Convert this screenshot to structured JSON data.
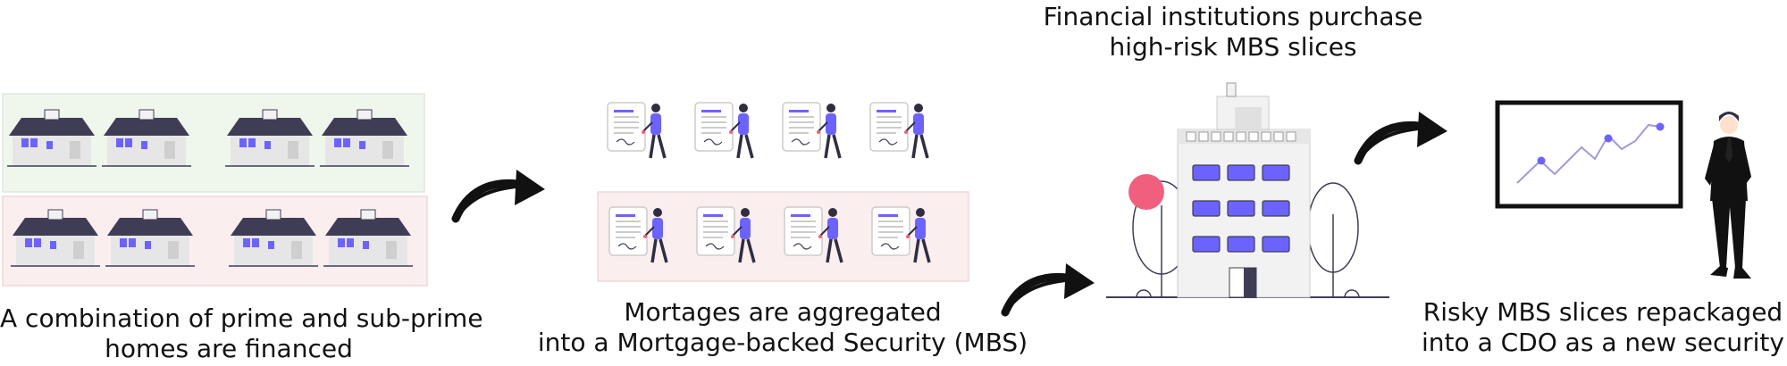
{
  "steps": {
    "homes": {
      "line1": "A combination of prime and sub-prime",
      "line2": "homes are financed"
    },
    "mbs": {
      "line1": "Mortages are aggregated",
      "line2": "into a Mortgage-backed Security (MBS)"
    },
    "banks": {
      "line1": "Financial institutions purchase",
      "line2": "high-risk MBS slices"
    },
    "cdo": {
      "line1": "Risky MBS slices repackaged",
      "line2": "into a CDO as a new security"
    }
  },
  "colors": {
    "accent": "#6c63ff",
    "pink": "#f0607e",
    "prime_panel": "#eff6ec",
    "subprime_panel": "#fbeeee",
    "dark": "#2f2e41",
    "roof": "#3f3d56"
  },
  "icons": [
    "house-icon",
    "document-icon",
    "person-icon",
    "arrow-icon",
    "building-icon",
    "tree-icon",
    "screen-chart-icon",
    "businessman-icon"
  ]
}
